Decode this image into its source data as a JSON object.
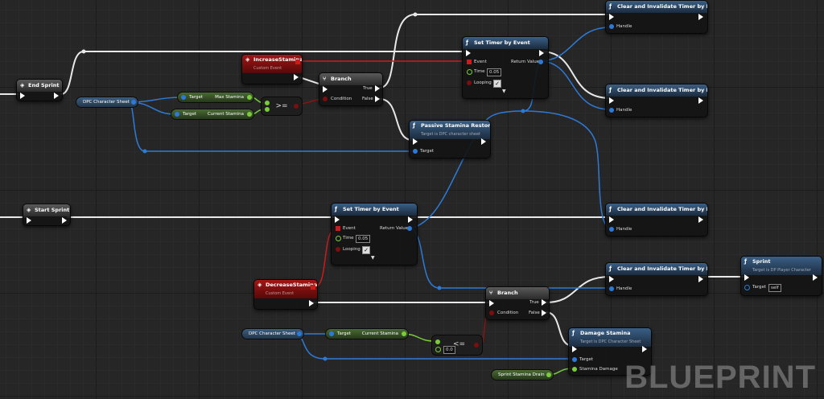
{
  "watermark": "BLUEPRINT",
  "colors": {
    "exec": "#ffffff",
    "object": "#2d7ad6",
    "event": "#c91d1d",
    "float": "#7acc3a",
    "bool": "#7a0f0f"
  },
  "nodes": {
    "end_sprint": {
      "title": "End Sprint",
      "icon": "event-diamond-icon"
    },
    "start_sprint": {
      "title": "Start Sprint",
      "icon": "event-diamond-icon"
    },
    "increase_stamina": {
      "title": "IncreaseStamina",
      "subtitle": "Custom Event"
    },
    "decrease_stamina": {
      "title": "DecreaseStamina",
      "subtitle": "Custom Event"
    },
    "branch_top": {
      "title": "Branch",
      "condition": "Condition",
      "true": "True",
      "false": "False"
    },
    "branch_bottom": {
      "title": "Branch",
      "condition": "Condition",
      "true": "True",
      "false": "False"
    },
    "set_timer_top": {
      "title": "Set Timer by Event",
      "event": "Event",
      "time": "Time",
      "time_value": "0.05",
      "looping": "Looping",
      "return": "Return Value"
    },
    "set_timer_bottom": {
      "title": "Set Timer by Event",
      "event": "Event",
      "time": "Time",
      "time_value": "0.05",
      "looping": "Looping",
      "return": "Return Value"
    },
    "clear_timer_1": {
      "title": "Clear and Invalidate Timer by Handle",
      "handle": "Handle"
    },
    "clear_timer_2": {
      "title": "Clear and Invalidate Timer by Handle",
      "handle": "Handle"
    },
    "clear_timer_3": {
      "title": "Clear and Invalidate Timer by Handle",
      "handle": "Handle"
    },
    "clear_timer_4": {
      "title": "Clear and Invalidate Timer by Handle",
      "handle": "Handle"
    },
    "passive_restore": {
      "title": "Passive Stamina Restore",
      "subtitle": "Target is DPC character sheet",
      "target": "Target"
    },
    "damage_stamina": {
      "title": "Damage Stamina",
      "subtitle": "Target is DPC Character Sheet",
      "target": "Target",
      "damage": "Stamina Damage"
    },
    "sprint": {
      "title": "Sprint",
      "subtitle": "Target is DP Player Character",
      "target": "Target",
      "target_value": "self"
    },
    "dpc_sheet_top": {
      "label": "DPC Character Sheet"
    },
    "dpc_sheet_bottom": {
      "label": "DPC Character Sheet"
    },
    "get_max_stamina": {
      "target": "Target",
      "label": "Max Stamina"
    },
    "get_current_stamina_top": {
      "target": "Target",
      "label": "Current Stamina"
    },
    "get_current_stamina_bottom": {
      "target": "Target",
      "label": "Current Stamina"
    },
    "sprint_stamina_drain": {
      "label": "Sprint Stamina Drain"
    },
    "compare_ge": {
      "op": ">="
    },
    "compare_le": {
      "op": "<=",
      "value": "0.0"
    }
  }
}
